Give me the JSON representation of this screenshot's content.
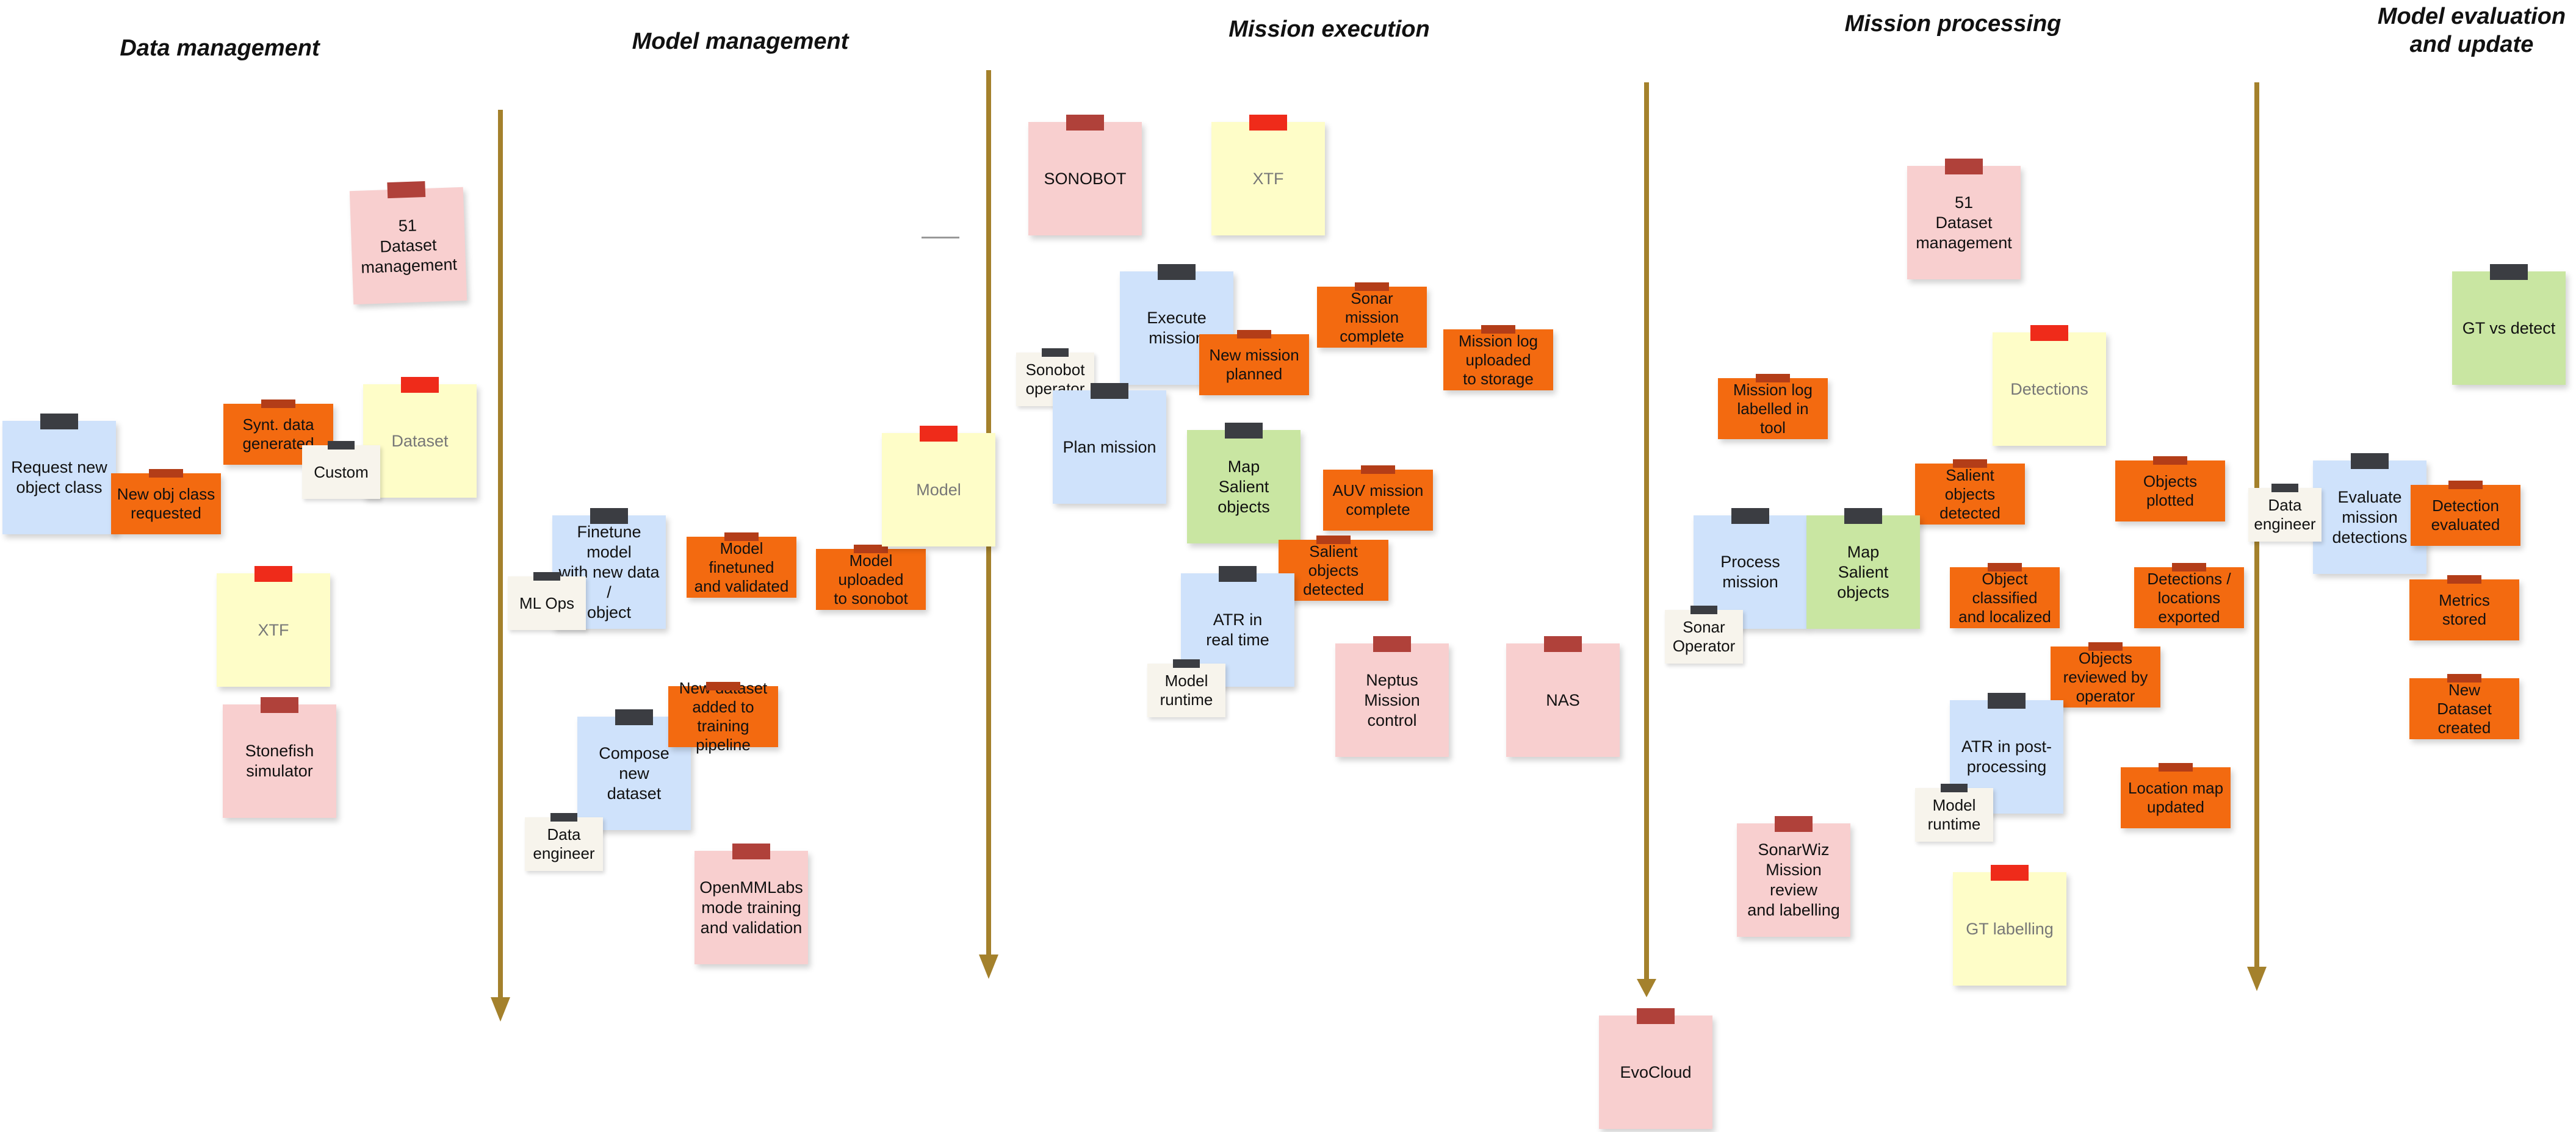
{
  "headings": {
    "data_management": "Data management",
    "model_management": "Model management",
    "mission_execution": "Mission execution",
    "mission_processing": "Mission processing",
    "model_evaluation": "Model evaluation\nand update"
  },
  "notes": {
    "dm_51": "51\nDataset\nmanagement",
    "dm_request": "Request new\nobject class",
    "dm_newobj": "New obj class\nrequested",
    "dm_synt": "Synt. data\ngenerated",
    "dm_custom": "Custom",
    "dm_dataset": "Dataset",
    "dm_xtf": "XTF",
    "dm_stonefish": "Stonefish\nsimulator",
    "mm_finetune": "Finetune model\nwith new data /\nobject",
    "mm_mlops": "ML Ops",
    "mm_finetuned": "Model finetuned\nand validated",
    "mm_uploaded": "Model uploaded\nto sonobot",
    "mm_model": "Model",
    "mm_compose": "Compose new\ndataset",
    "mm_newdataset": "New dataset\nadded to\ntraining pipeline",
    "mm_dataeng": "Data\nengineer",
    "mm_openmm": "OpenMMLabs\nmode training\nand validation",
    "me_sonobot": "SONOBOT",
    "me_xtf": "XTF",
    "me_execute": "Execute\nmission",
    "me_newmission": "New mission\nplanned",
    "me_sonarcomplete": "Sonar mission\ncomplete",
    "me_missionlog": "Mission log\nuploaded\nto storage",
    "me_sonobotop": "Sonobot\noperator",
    "me_plan": "Plan mission",
    "me_map": "Map\nSalient objects",
    "me_auv": "AUV mission\ncomplete",
    "me_salient": "Salient objects\ndetected",
    "me_atr": "ATR in\nreal time",
    "me_modelruntime": "Model\nruntime",
    "me_neptus": "Neptus\nMission control",
    "me_nas": "NAS",
    "me_evocloud": "EvoCloud",
    "mp_51": "51\nDataset\nmanagement",
    "mp_detections": "Detections",
    "mp_missionlog": "Mission log\nlabelled in tool",
    "mp_salient": "Salient objects\ndetected",
    "mp_plotted": "Objects\nplotted",
    "mp_process": "Process\nmission",
    "mp_map": "Map\nSalient objects",
    "mp_classified": "Object\nclassified\nand localized",
    "mp_exported": "Detections /\nlocations\nexported",
    "mp_sonarop": "Sonar\nOperator",
    "mp_reviewed": "Objects\nreviewed by\noperator",
    "mp_atrpost": "ATR in post-\nprocessing",
    "mp_modelruntime": "Model\nruntime",
    "mp_locmap": "Location map\nupdated",
    "mp_sonarwiz": "SonarWiz\nMission review\nand labelling",
    "mp_gt": "GT labelling",
    "ev_gt": "GT vs detect",
    "ev_evaluate": "Evaluate\nmission\ndetections",
    "ev_dataeng": "Data\nengineer",
    "ev_detection": "Detection\nevaluated",
    "ev_metrics": "Metrics\nstored",
    "ev_newdataset": "New\nDataset\ncreated"
  },
  "colors": {
    "arrow": "#a4812c",
    "blue": "#cfe2fb",
    "pink": "#f8cfcf",
    "yellow": "#fefdc8",
    "green": "#c9e6a2",
    "orange": "#f36a10"
  }
}
